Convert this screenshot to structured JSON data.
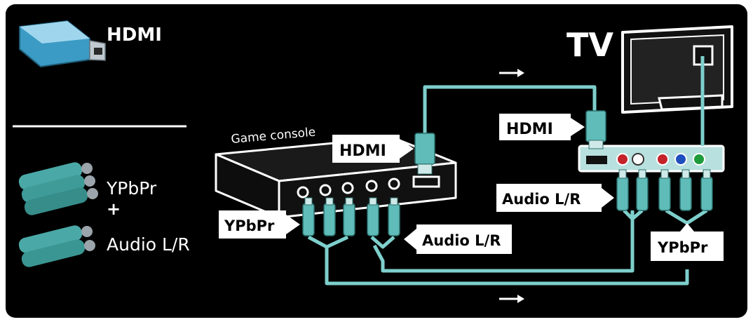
{
  "legend": {
    "hdmi_label": "HDMI",
    "ypbpr_label": "YPbPr",
    "plus": "+",
    "audio_label": "Audio L/R"
  },
  "device": {
    "console_label": "Game console",
    "tv_label": "TV"
  },
  "callouts": {
    "console_hdmi": "HDMI",
    "tv_hdmi": "HDMI",
    "console_ypbpr": "YPbPr",
    "console_audio": "Audio L/R",
    "tv_audio": "Audio L/R",
    "tv_ypbpr": "YPbPr"
  },
  "colors": {
    "background": "#000000",
    "cable": "#7ecfcc",
    "plug": "#5fbcb8",
    "jack_red": "#c4232b",
    "jack_white": "#ffffff",
    "jack_blue": "#1f4fbf",
    "jack_green": "#1e9b3b"
  }
}
